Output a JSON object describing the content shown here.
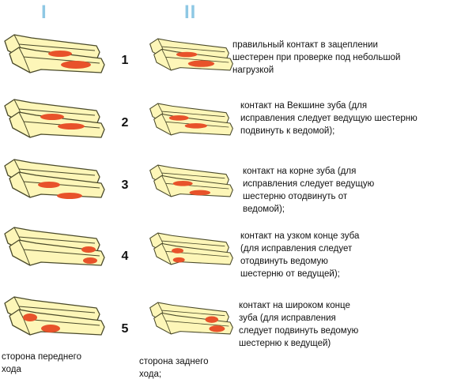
{
  "columns": [
    {
      "label": "I"
    },
    {
      "label": "II"
    }
  ],
  "rows": [
    {
      "number": "1",
      "description": "правильный контакт в зацеплении\nшестерен при проверке под небольшой\nнагрузкой"
    },
    {
      "number": "2",
      "description": "контакт на Векшине зуба (для\nисправления следует ведущую шестерню\nподвинуть к ведомой);"
    },
    {
      "number": "3",
      "description": "контакт на корне зуба (для\nисправления следует ведущую\nшестерню отодвинуть от\nведомой);"
    },
    {
      "number": "4",
      "description": "контакт на узком конце зуба\n(для исправления следует\nотодвинуть ведомую\nшестерню от ведущей);"
    },
    {
      "number": "5",
      "description": "контакт на широком конце\nзуба (для исправления\nследует подвинуть ведомую\nшестерню к ведущей)"
    }
  ],
  "footer": {
    "left": "сторона переднего\nхода",
    "right": "сторона заднего\nхода;"
  },
  "colors": {
    "tooth_fill": "#fdf6b8",
    "tooth_stroke": "#4a4a2a",
    "contact": "#e8522a",
    "header": "#8ec8e4"
  }
}
